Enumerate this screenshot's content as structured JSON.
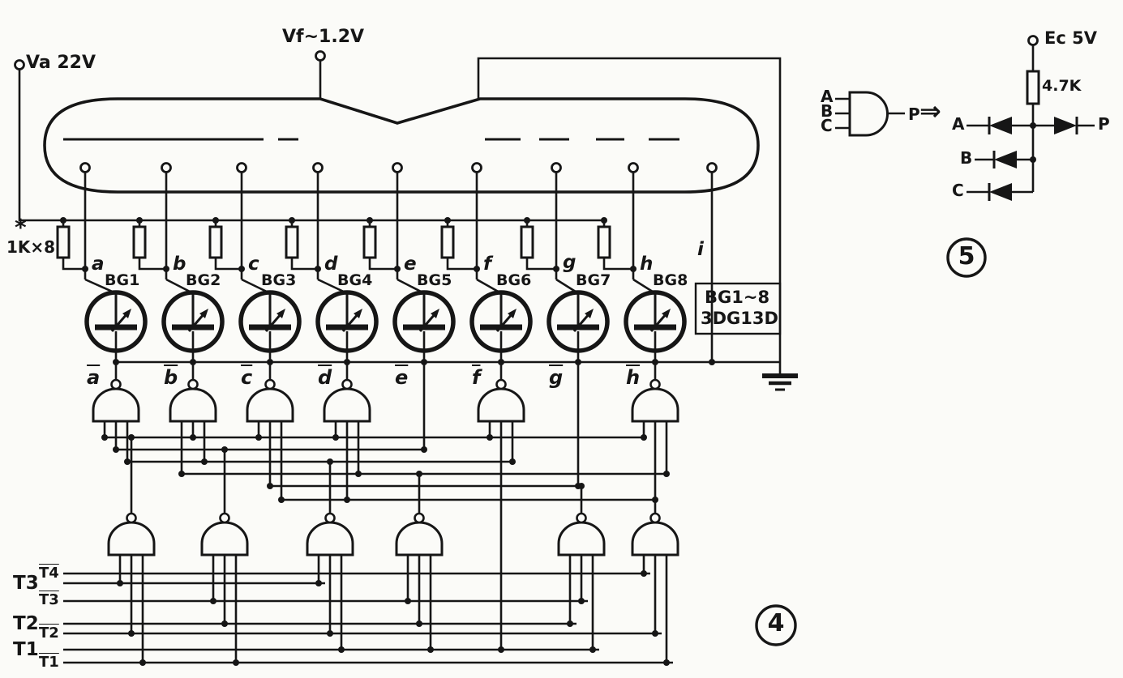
{
  "fig4": {
    "fig_no": "4",
    "va_label": "Va 22V",
    "vf_label": "Vf~1.2V",
    "res_mark": "*",
    "res_note": "1K×8",
    "seg_letters": [
      "a",
      "b",
      "c",
      "d",
      "e",
      "f",
      "g",
      "h",
      "i"
    ],
    "transistor_labels": [
      "BG1",
      "BG2",
      "BG3",
      "BG4",
      "BG5",
      "BG6",
      "BG7",
      "BG8"
    ],
    "transistor_type_line1": "BG1~8",
    "transistor_type_line2": "3DG13D",
    "bar_labels": [
      "a",
      "b",
      "c",
      "d",
      "e",
      "f",
      "g",
      "h"
    ],
    "t_rows": [
      {
        "label": "T4"
      },
      {
        "label": "T3"
      },
      {
        "label": "T3"
      },
      {
        "label": "T2"
      },
      {
        "label": "T2"
      },
      {
        "label": "T1"
      },
      {
        "label": "T1"
      }
    ]
  },
  "fig5": {
    "fig_no": "5",
    "supply_label": "Ec 5V",
    "resistor_value": "4.7K",
    "and_gate_inputs": [
      "A",
      "B",
      "C"
    ],
    "and_gate_output": "P",
    "equivalence_arrow": "⇒",
    "diode_inputs": [
      "A",
      "B",
      "C"
    ],
    "diode_output": "P"
  }
}
